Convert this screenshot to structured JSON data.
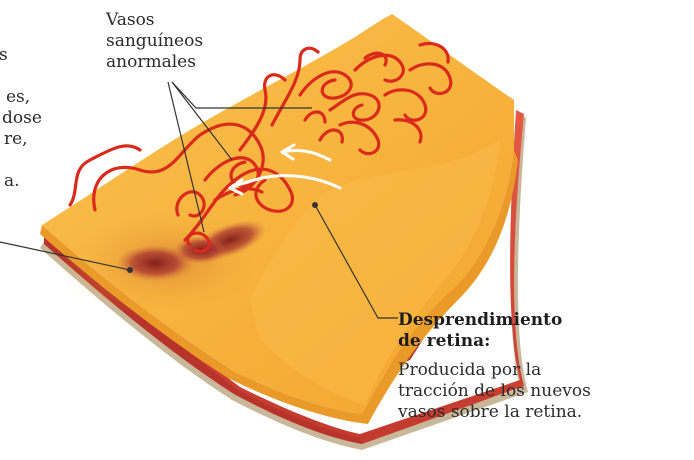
{
  "labels": {
    "vessels": [
      "Vasos",
      "sanguíneos",
      "anormales"
    ],
    "left_fragments": [
      "s",
      "",
      "es,",
      "dose",
      "re,",
      "",
      "a."
    ],
    "detachment_title": [
      "Desprendimiento",
      "de retina:"
    ],
    "detachment_desc": [
      "Producida por la",
      "tracción de los nuevos",
      "vasos sobre la retina."
    ]
  },
  "colors": {
    "retina_top": "#f7b43a",
    "retina_side": "#f0a02a",
    "choroid": "#d94a3a",
    "sclera": "#c9b79a",
    "vessel": "#d92a1c",
    "hemorrhage": "#a32a2a",
    "arrow": "#ffffff",
    "leader_line": "#333333"
  }
}
